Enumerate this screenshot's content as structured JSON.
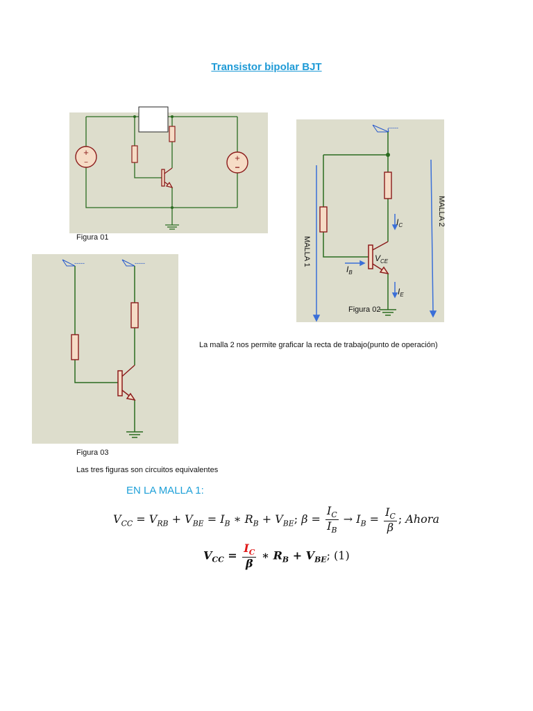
{
  "title": "Transistor bipolar BJT",
  "figures": {
    "fig1": {
      "caption": "Figura 01",
      "source_plus": "+",
      "source_minus": "−",
      "source_plus_2": "+",
      "source_minus_2": "−"
    },
    "fig2": {
      "caption": "Figura 02",
      "antenna_label": "-----",
      "malla1": "MALLA 1",
      "malla2": "MALLA 2",
      "ic": "I",
      "ic_sub": "C",
      "ib": "I",
      "ib_sub": "B",
      "ie": "I",
      "ie_sub": "E",
      "vce": "V",
      "vce_sub": "CE"
    },
    "fig3": {
      "caption": "Figura 03",
      "antenna_label_1": "-----",
      "antenna_label_2": "-----"
    }
  },
  "text": {
    "malla2_note": "La malla 2 nos permite graficar la recta de trabajo(punto de operación)",
    "equivalent_note": "Las tres figuras son circuitos equivalentes",
    "section_heading": "EN LA MALLA 1:"
  },
  "equations": {
    "eq1": {
      "V": "V",
      "CC": "CC",
      "eq": " = ",
      "RB": "RB",
      "plus": " + ",
      "BE": "BE",
      "I": "I",
      "B": "B",
      "times": " ∗ ",
      "R": "R",
      "semicolon": "; ",
      "beta": "β",
      "C": "C",
      "arrow": " → ",
      "ahora": "Ahora"
    },
    "eq2": {
      "V": "V",
      "CC": "CC",
      "I": "I",
      "C": "C",
      "beta": "β",
      "times": " ∗ ",
      "R": "R",
      "B": "B",
      "plus": " + ",
      "BE": "BE",
      "ref": "; (1)"
    }
  }
}
